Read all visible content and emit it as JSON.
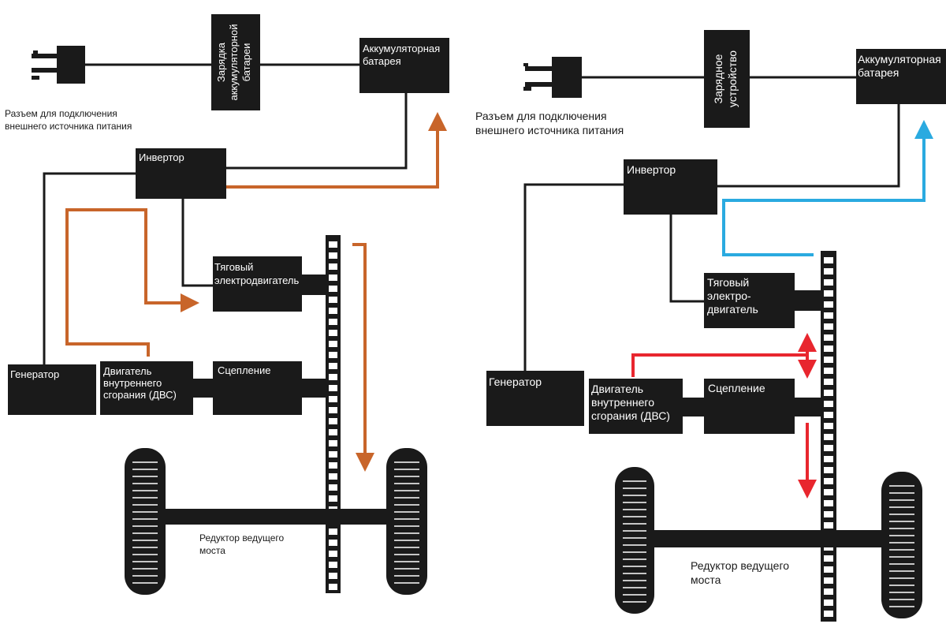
{
  "colors": {
    "background": "#ffffff",
    "block": "#1a1a1a",
    "wire": "#1a1a1a",
    "flow_left": "#c8652a",
    "flow_right_blue": "#2aaae0",
    "flow_right_red": "#e8262e"
  },
  "icons": [
    "plug-icon",
    "wheel-icon",
    "gear-shaft-icon"
  ],
  "left": {
    "charger_line1": "Зарядка",
    "charger_line2": "аккумуляторной",
    "charger_line3": "батареи",
    "battery_line1": "Аккумуляторная",
    "battery_line2": "батарея",
    "plug_caption_line1": "Разъем для подключения",
    "plug_caption_line2": "внешнего источника питания",
    "inverter": "Инвертор",
    "motor_line1": "Тяговый",
    "motor_line2": "электродвигатель",
    "generator": "Генератор",
    "engine_line1": "Двигатель",
    "engine_line2": "внутреннего",
    "engine_line3": "сгорания (ДВС)",
    "clutch": "Сцепление",
    "axle_line1": "Редуктор ведущего",
    "axle_line2": "моста"
  },
  "right": {
    "charger_line1": "Зарядное",
    "charger_line2": "устройство",
    "battery_line1": "Аккумуляторная",
    "battery_line2": "батарея",
    "plug_caption_line1": "Разъем для подключения",
    "plug_caption_line2": "внешнего источника питания",
    "inverter": "Инвертор",
    "motor_line1": "Тяговый",
    "motor_line2": "электро-",
    "motor_line3": "двигатель",
    "generator": "Генератор",
    "engine_line1": "Двигатель",
    "engine_line2": "внутреннего",
    "engine_line3": "сгорания (ДВС)",
    "clutch": "Сцепление",
    "axle_line1": "Редуктор ведущего",
    "axle_line2": "моста"
  }
}
